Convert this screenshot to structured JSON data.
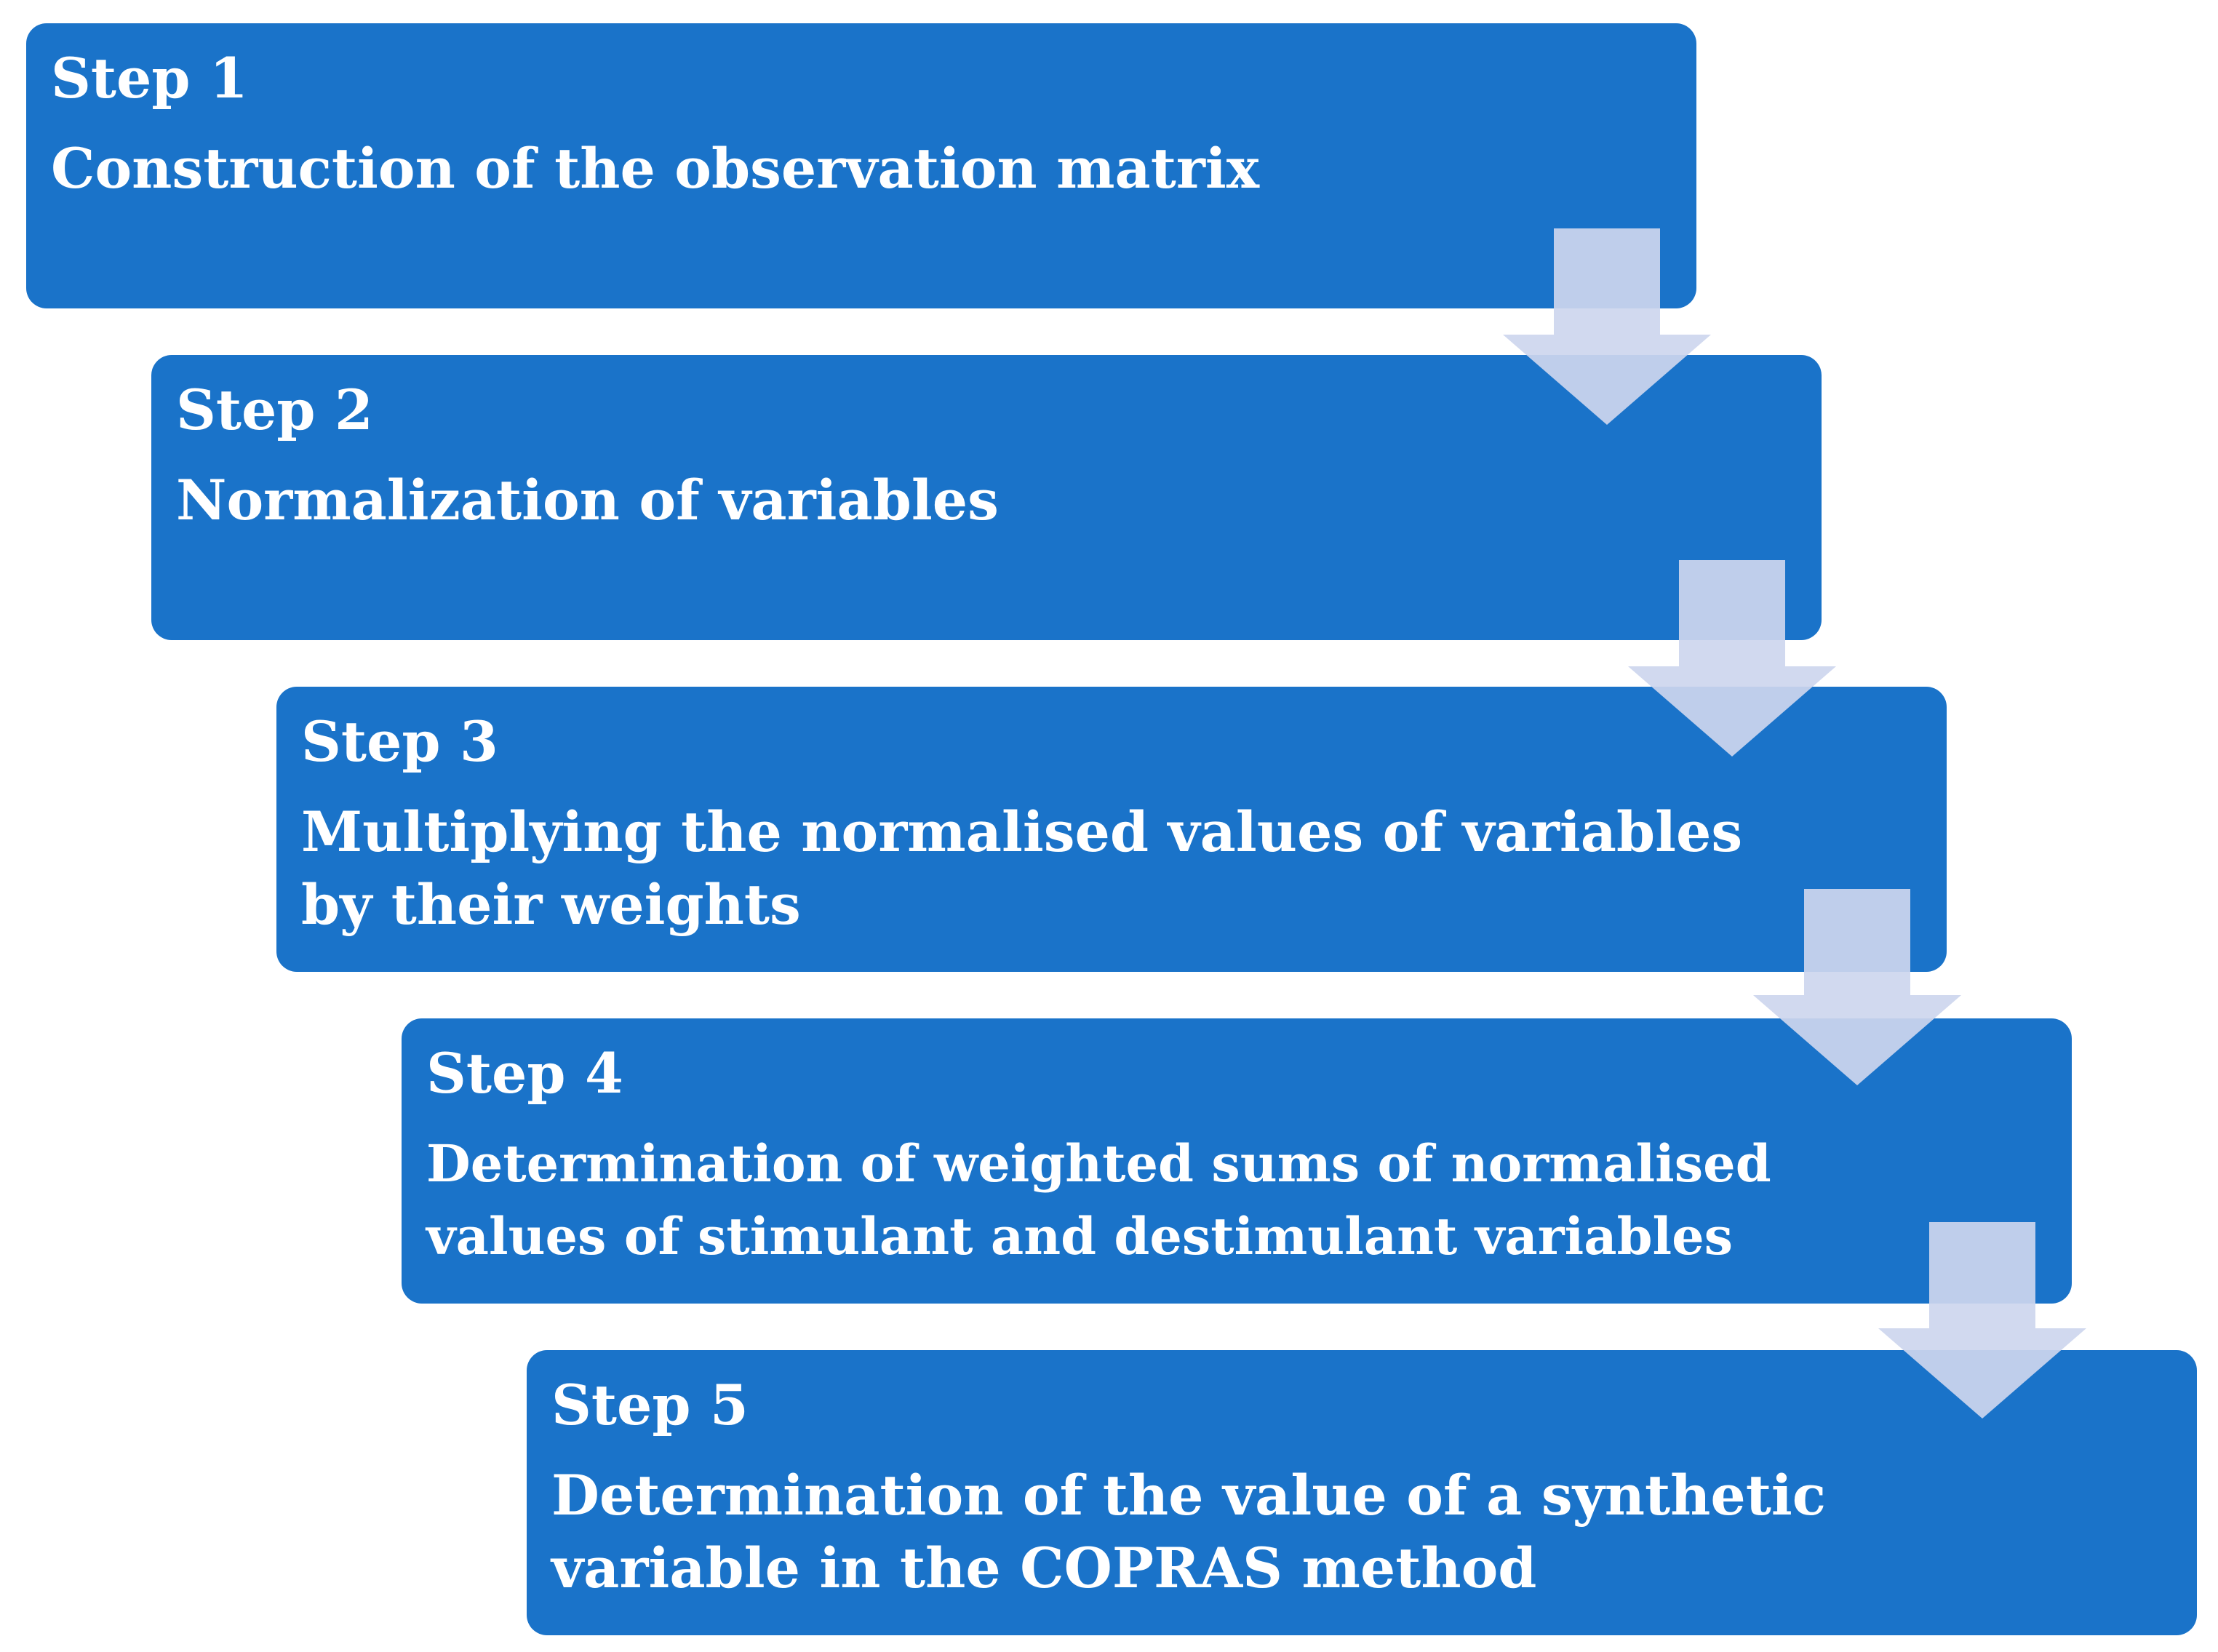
{
  "colors": {
    "box_fill": "#1a73c9",
    "arrow_fill": "#cdd6ee",
    "text": "#ffffff",
    "background": "#ffffff"
  },
  "steps": [
    {
      "heading": "Step 1",
      "text": "Construction of the observation matrix"
    },
    {
      "heading": "Step 2",
      "text": "Normalization of variables"
    },
    {
      "heading": "Step 3",
      "text": "Multiplying the normalised values of variables\nby their weights"
    },
    {
      "heading": "Step 4",
      "text": "Determination of weighted sums of normalised\nvalues of stimulant and destimulant variables"
    },
    {
      "heading": "Step 5",
      "text": "Determination of the value of a synthetic\nvariable in the COPRAS method"
    }
  ],
  "connectors": [
    {
      "from": "Step 1",
      "to": "Step 2",
      "icon": "down-arrow-icon"
    },
    {
      "from": "Step 2",
      "to": "Step 3",
      "icon": "down-arrow-icon"
    },
    {
      "from": "Step 3",
      "to": "Step 4",
      "icon": "down-arrow-icon"
    },
    {
      "from": "Step 4",
      "to": "Step 5",
      "icon": "down-arrow-icon"
    }
  ]
}
